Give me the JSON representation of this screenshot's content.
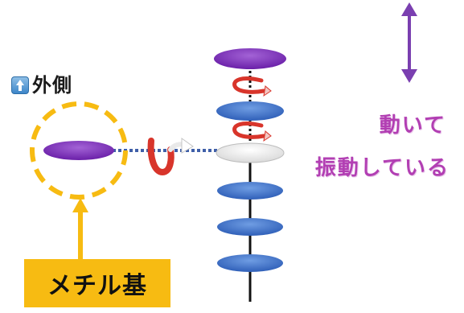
{
  "labels": {
    "outer": "外側",
    "moving": "動いて",
    "vibrating": "振動している",
    "methyl": "メチル基"
  },
  "icons": {
    "outer_marker": "up-arrow-box-icon",
    "vertical_motion": "double-arrow-vertical-icon",
    "rotation": "rotation-arrow-icon"
  },
  "colors": {
    "purple": "#7b2fb5",
    "blue": "#3f73c9",
    "white_disc": "#f2f2f2",
    "label_magenta": "#b23fb3",
    "highlight_orange": "#f7bb12",
    "rotation_red": "#d8352b",
    "arrow_purple": "#7a3fb0"
  }
}
